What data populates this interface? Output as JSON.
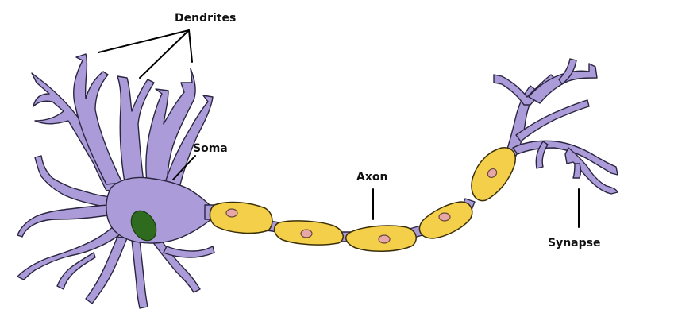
{
  "labels": {
    "dendrites": "Dendrites",
    "soma": "Soma",
    "axon": "Axon",
    "synapse": "Synapse"
  },
  "colors": {
    "neuron": "#ab9cd9",
    "nucleus": "#2f6b1f",
    "myelin": "#f3cf4a",
    "schwann_nucleus": "#e9a8a8",
    "outline": "#2a2540",
    "leader": "#000000"
  }
}
